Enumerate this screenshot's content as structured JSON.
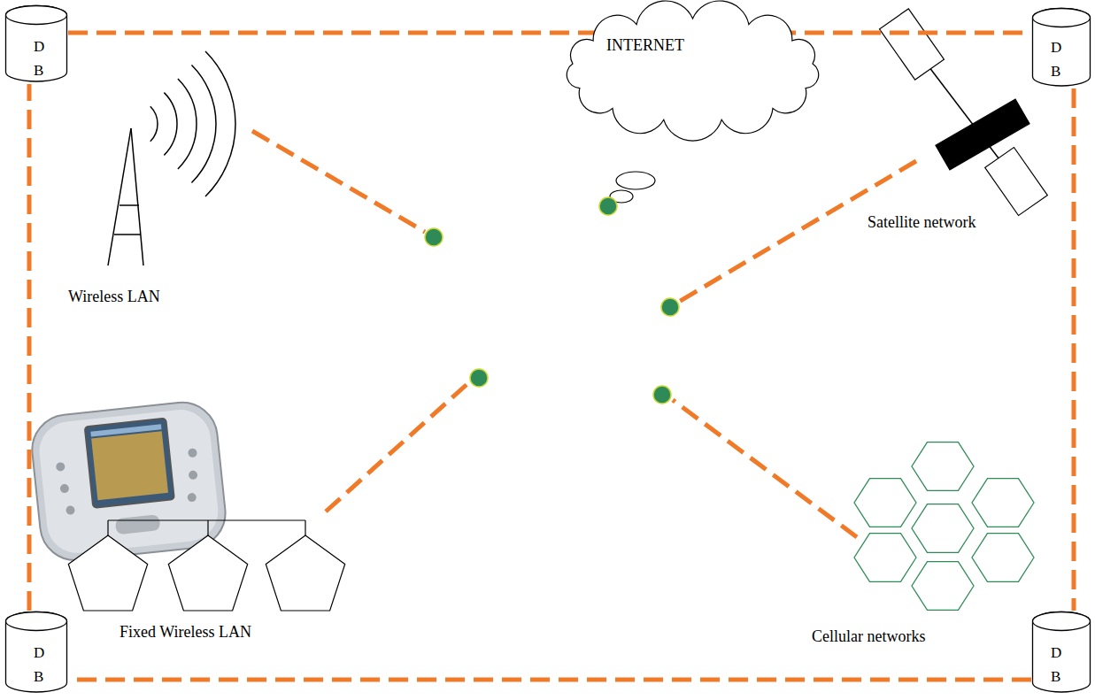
{
  "diagram": {
    "nodes": [
      {
        "text": [
          "D B"
        ]
      },
      {
        "text": [
          "D B"
        ]
      },
      {
        "text": [
          "Wireless LAN"
        ]
      },
      {
        "text": [
          "INTERNET"
        ]
      },
      {
        "text": [
          "Satellite network"
        ]
      },
      {
        "text": [
          "Fixed Wireless LAN"
        ]
      },
      {
        "text": [
          "Cellular networks"
        ]
      },
      {
        "text": [
          "D B"
        ]
      },
      {
        "text": [
          "D B"
        ]
      }
    ],
    "edges": [
      {
        "from": 0,
        "to": 1,
        "arrow": "none"
      },
      {
        "from": 1,
        "to": 8,
        "arrow": "none"
      },
      {
        "from": 8,
        "to": 7,
        "arrow": "none"
      },
      {
        "from": 7,
        "to": 0,
        "arrow": "none"
      }
    ]
  }
}
